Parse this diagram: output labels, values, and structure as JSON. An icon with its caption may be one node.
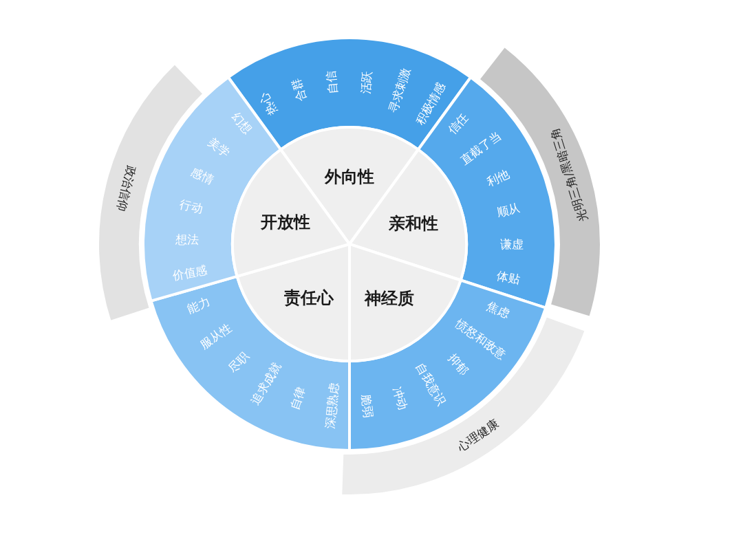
{
  "diagram": {
    "nodes": [
      {
        "text": [
          "外向性"
        ]
      },
      {
        "text": [
          "亲和性"
        ]
      },
      {
        "text": [
          "神经质"
        ]
      },
      {
        "text": [
          "责任心"
        ]
      },
      {
        "text": [
          "开放性"
        ]
      },
      {
        "text": [
          "热心",
          "合群",
          "自信",
          "活跃",
          "寻求刺激",
          "积极情感"
        ]
      },
      {
        "text": [
          "信任",
          "直截了当",
          "利他",
          "顺从",
          "谦虚",
          "体贴"
        ]
      },
      {
        "text": [
          "焦虑",
          "愤怒和敌意",
          "抑郁",
          "自我意识",
          "冲动",
          "脆弱"
        ]
      },
      {
        "text": [
          "能力",
          "服从性",
          "尽职",
          "追求成就",
          "自律",
          "深思熟虑"
        ]
      },
      {
        "text": [
          "幻想",
          "美学",
          "感情",
          "行动",
          "想法",
          "价值感"
        ]
      },
      {
        "text": [
          "政治信仰"
        ]
      },
      {
        "text": [
          "光明三角/黑暗三角"
        ]
      },
      {
        "text": [
          "心理健康"
        ]
      }
    ]
  }
}
